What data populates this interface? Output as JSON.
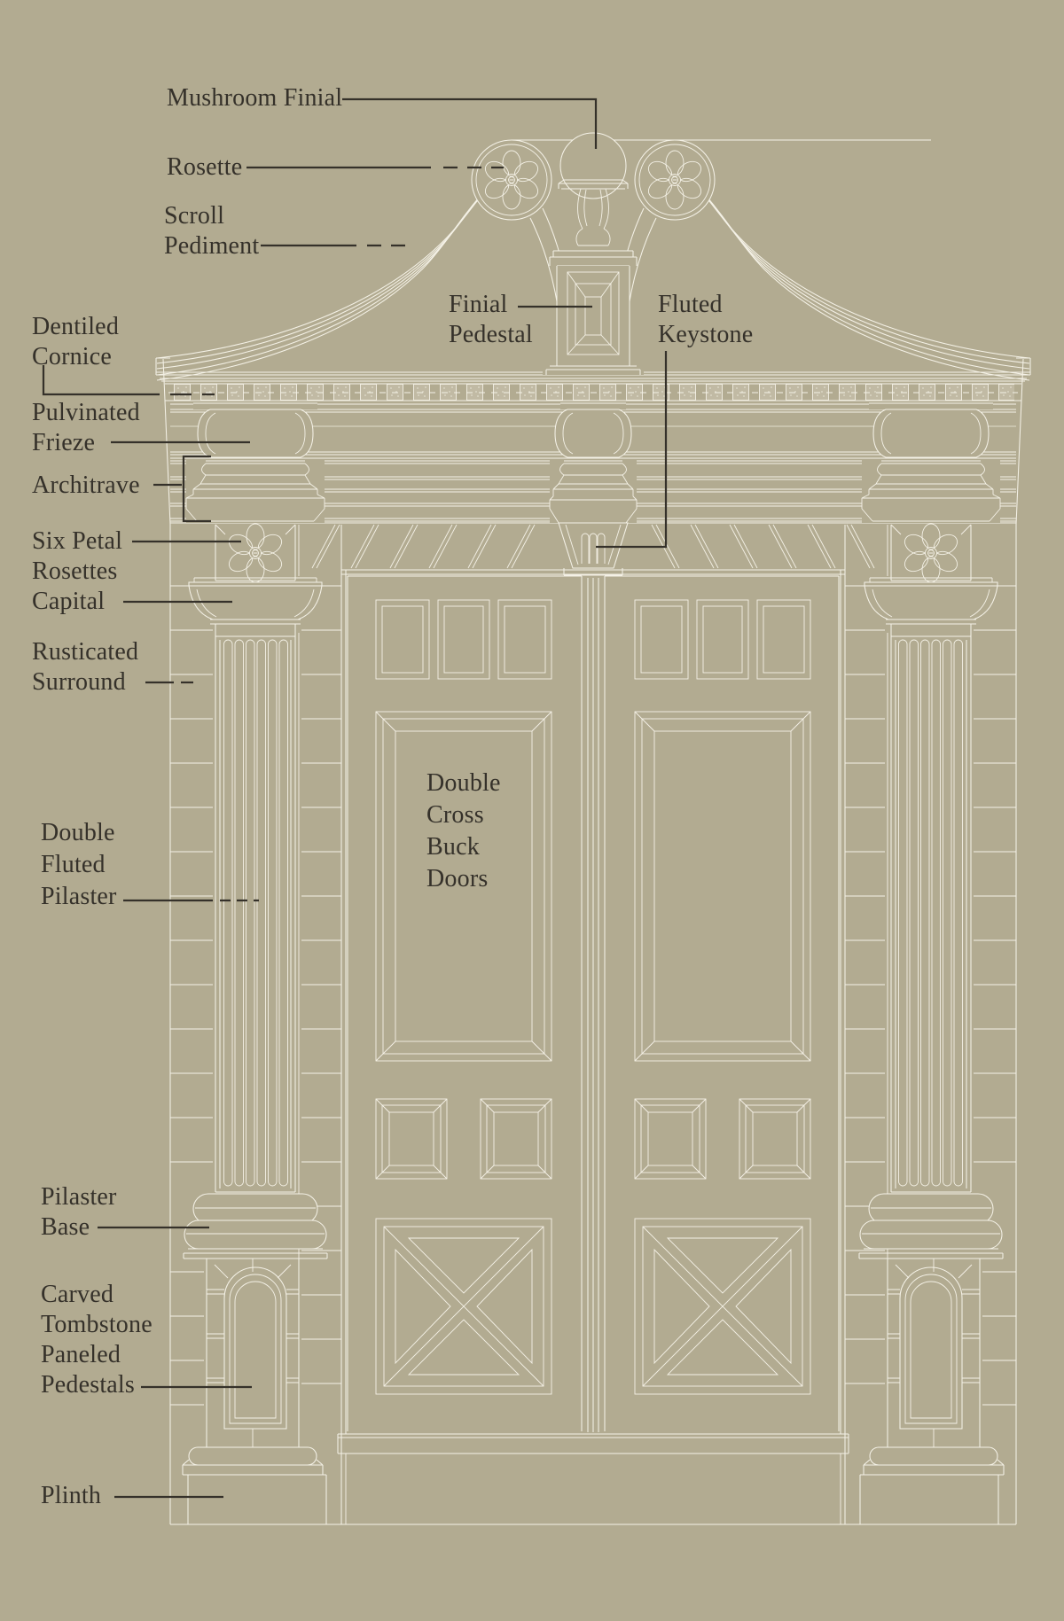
{
  "page": {
    "background_color": "#b2ab91",
    "line_color": "#f4f1e6",
    "label_color": "#35312a",
    "subject": "Door entablature elevation diagram"
  },
  "labels": {
    "mushroom_finial": {
      "lines": [
        "Mushroom Finial"
      ]
    },
    "rosette": {
      "lines": [
        "Rosette"
      ]
    },
    "scroll_pediment": {
      "lines": [
        "Scroll",
        "Pediment"
      ]
    },
    "dentiled_cornice": {
      "lines": [
        "Dentiled",
        "Cornice"
      ]
    },
    "pulvinated_frieze": {
      "lines": [
        "Pulvinated",
        "Frieze"
      ]
    },
    "architrave": {
      "lines": [
        "Architrave"
      ]
    },
    "six_petal_rosettes": {
      "lines": [
        "Six Petal",
        "Rosettes"
      ]
    },
    "capital": {
      "lines": [
        "Capital"
      ]
    },
    "rusticated_surround": {
      "lines": [
        "Rusticated",
        "Surround"
      ]
    },
    "double_fluted_pilaster": {
      "lines": [
        "Double",
        "Fluted",
        "Pilaster"
      ]
    },
    "pilaster_base": {
      "lines": [
        "Pilaster",
        "Base"
      ]
    },
    "carved_tombstone_paneled_pedestals": {
      "lines": [
        "Carved",
        "Tombstone",
        "Paneled",
        "Pedestals"
      ]
    },
    "plinth": {
      "lines": [
        "Plinth"
      ]
    },
    "finial_pedestal": {
      "lines": [
        "Finial",
        "Pedestal"
      ]
    },
    "fluted_keystone": {
      "lines": [
        "Fluted",
        "Keystone"
      ]
    },
    "double_cross_buck_doors": {
      "lines": [
        "Double",
        "Cross",
        "Buck",
        "Doors"
      ]
    }
  }
}
